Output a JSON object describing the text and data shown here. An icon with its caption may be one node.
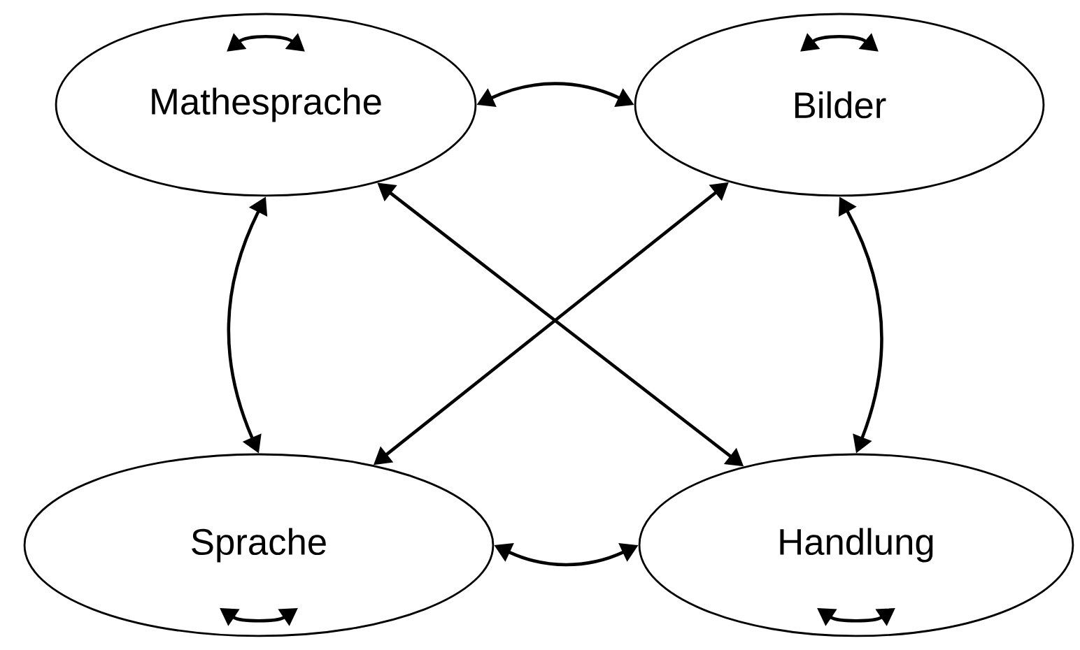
{
  "diagram": {
    "nodes": [
      {
        "text": [
          "Mathesprache"
        ]
      },
      {
        "text": [
          "Bilder"
        ]
      },
      {
        "text": [
          "Sprache"
        ]
      },
      {
        "text": [
          "Handlung"
        ]
      }
    ],
    "edges": [
      {
        "from": 0,
        "to": 0,
        "arrow": "both"
      },
      {
        "from": 1,
        "to": 1,
        "arrow": "both"
      },
      {
        "from": 0,
        "to": 1,
        "arrow": "both"
      },
      {
        "from": 0,
        "to": 2,
        "arrow": "both"
      },
      {
        "from": 1,
        "to": 3,
        "arrow": "both"
      },
      {
        "from": 0,
        "to": 3,
        "arrow": "both"
      },
      {
        "from": 1,
        "to": 2,
        "arrow": "both"
      },
      {
        "from": 2,
        "to": 3,
        "arrow": "both"
      },
      {
        "from": 2,
        "to": 2,
        "arrow": "both"
      },
      {
        "from": 3,
        "to": 3,
        "arrow": "both"
      }
    ]
  }
}
